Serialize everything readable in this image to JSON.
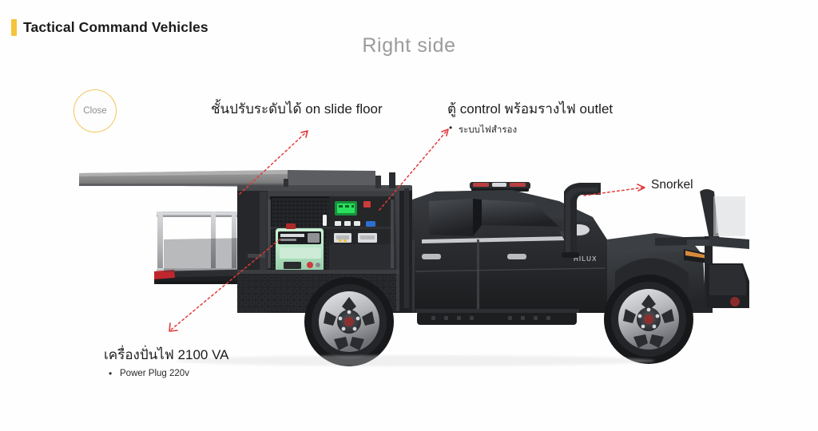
{
  "header": {
    "accent_color": "#f5c43c",
    "title": "Tactical Command Vehicles"
  },
  "slide": {
    "title": "Right  side"
  },
  "close_button": {
    "label": "Close"
  },
  "callouts": [
    {
      "id": "shelf",
      "heading": "ชั้นปรับระดับได้ on slide floor",
      "sub": ""
    },
    {
      "id": "control",
      "heading": "ตู้ control พร้อมรางไฟ outlet",
      "sub": "ระบบไฟสำรอง"
    },
    {
      "id": "snorkel",
      "heading": "Snorkel",
      "sub": ""
    },
    {
      "id": "generator",
      "heading": "เครื่องปั่นไฟ 2100 VA",
      "sub": "Power Plug 220v"
    }
  ],
  "vehicle": {
    "badge": "HILUX",
    "body_color": "#2a2b2d",
    "generator_color": "#b9e6c9",
    "arrow_color": "#e23b3b"
  }
}
